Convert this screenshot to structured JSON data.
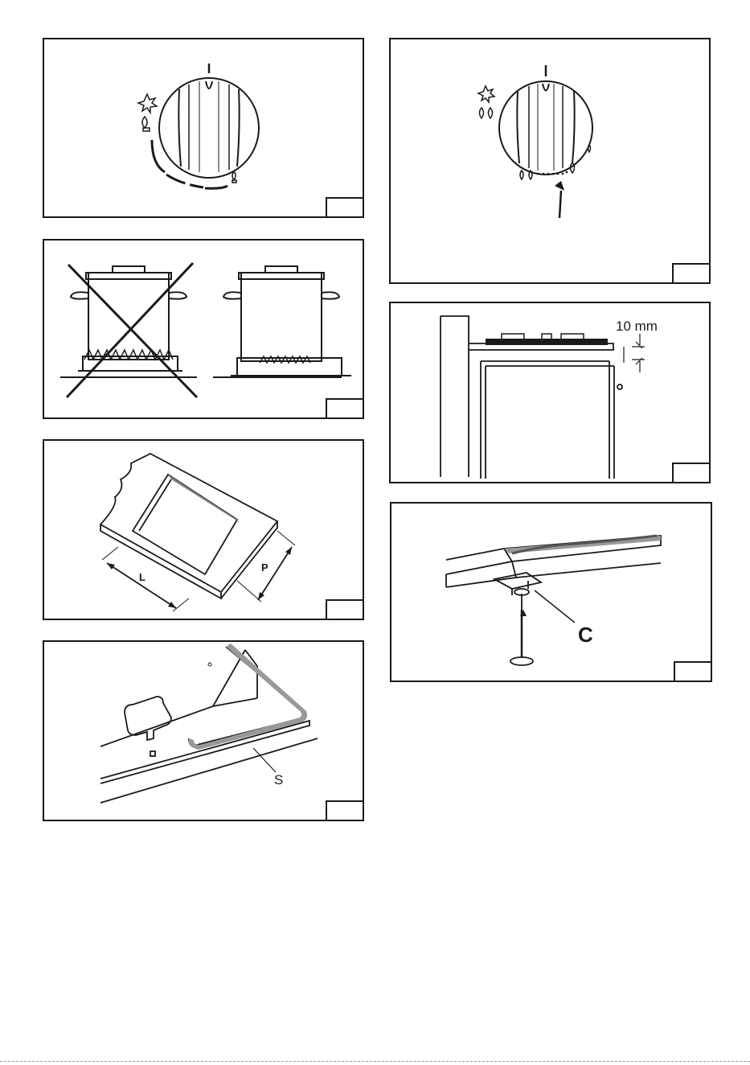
{
  "figures": [
    {
      "id": "knob-dial",
      "labels": []
    },
    {
      "id": "knob-dual-flame",
      "labels": []
    },
    {
      "id": "pan-on-burner",
      "labels": []
    },
    {
      "id": "gap-mounting",
      "labels": [
        {
          "key": "gap",
          "text": "10 mm"
        }
      ]
    },
    {
      "id": "cutout-dimensions",
      "labels": [
        {
          "key": "length",
          "text": "L"
        },
        {
          "key": "depth",
          "text": "P"
        }
      ]
    },
    {
      "id": "bracket-clamp",
      "labels": [
        {
          "key": "clamp",
          "text": "C"
        }
      ]
    },
    {
      "id": "seal-strip",
      "labels": [
        {
          "key": "seal",
          "text": "S"
        }
      ]
    }
  ],
  "labels": {
    "gap": "10 mm",
    "length": "L",
    "depth": "P",
    "clamp": "C",
    "seal": "S"
  },
  "colors": {
    "line": "#1a1a1a",
    "background": "#ffffff",
    "hatch": "#777777"
  }
}
